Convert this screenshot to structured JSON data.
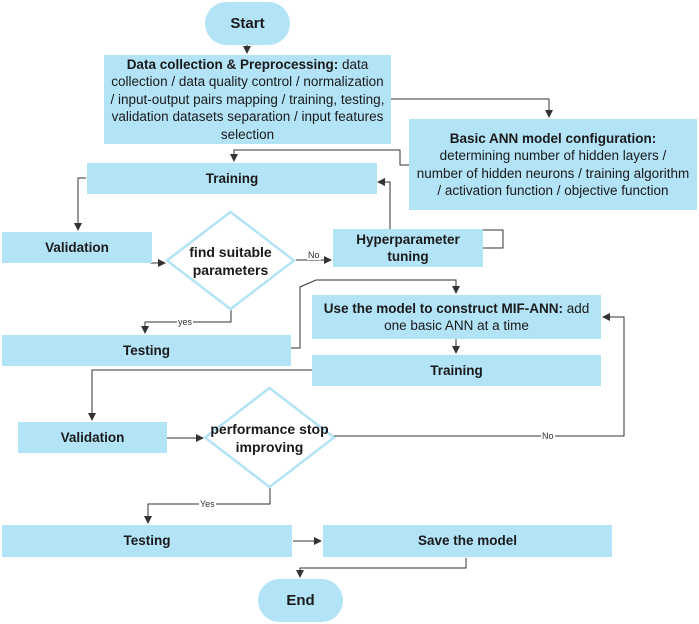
{
  "colors": {
    "node_fill": "#b3e3f6",
    "diamond_stroke": "#b3e3f6",
    "edge": "#333333"
  },
  "nodes": {
    "start": "Start",
    "data_collection": {
      "title": "Data collection & Preprocessing:",
      "body": "data collection / data quality control / normalization / input-output pairs mapping / training, testing, validation datasets separation / input features selection"
    },
    "basic_ann": {
      "title": "Basic ANN model configuration:",
      "body": "determining number of hidden layers / number of hidden neurons / training algorithm / activation function / objective function"
    },
    "training_1": "Training",
    "validation_1": "Validation",
    "decision_1": "find suitable parameters",
    "hyperparameter": "Hyperparameter tuning",
    "mif_ann": {
      "title": "Use the model to construct MIF-ANN:",
      "body": "add one basic ANN at a time"
    },
    "testing_1": "Testing",
    "training_2": "Training",
    "validation_2": "Validation",
    "decision_2": "performance stop improving",
    "testing_2": "Testing",
    "save_model": "Save the model",
    "end": "End"
  },
  "edge_labels": {
    "d1_no": "No",
    "d1_yes": "yes",
    "d2_no": "No",
    "d2_yes": "Yes"
  }
}
